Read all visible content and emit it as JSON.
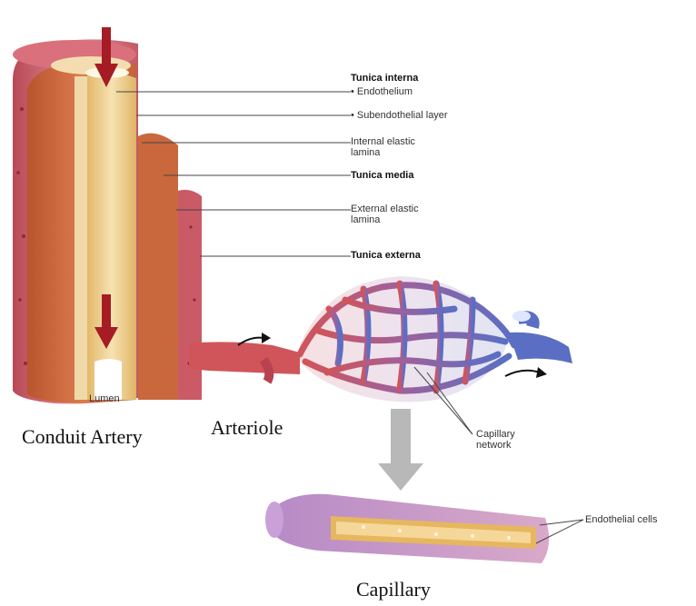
{
  "labels": {
    "tunica_interna": "Tunica interna",
    "endothelium": "• Endothelium",
    "subendothelial": "• Subendothelial layer",
    "internal_elastic_1": "Internal elastic",
    "internal_elastic_2": "lamina",
    "tunica_media": "Tunica media",
    "external_elastic_1": "External elastic",
    "external_elastic_2": "lamina",
    "tunica_externa": "Tunica externa",
    "lumen": "Lumen",
    "capillary_network_1": "Capillary",
    "capillary_network_2": "network",
    "endothelial_cells": "Endothelial cells"
  },
  "captions": {
    "conduit_artery": "Conduit Artery",
    "arteriole": "Arteriole",
    "capillary": "Capillary"
  },
  "colors": {
    "externa": "#c8606a",
    "media": "#c8673e",
    "interna": "#e9c98a",
    "arrow": "#a51c24",
    "artery_red": "#d0555a",
    "vein_blue": "#5a6fc4",
    "capillary_purple": "#a07ab8"
  }
}
